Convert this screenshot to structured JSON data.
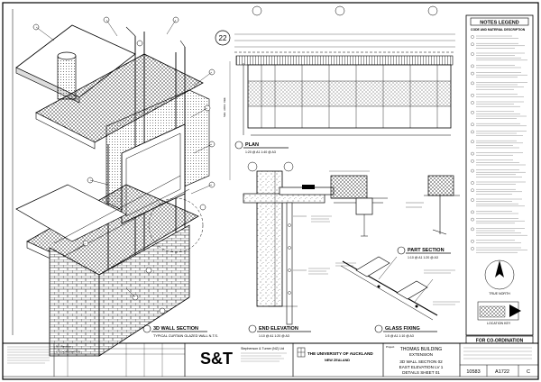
{
  "legend": {
    "title": "NOTES LEGEND",
    "subtitle": "CODE AND MATERIAL DESCRIPTION",
    "north_label": "TRUE NORTH",
    "location_label": "LOCATION KEY"
  },
  "views": {
    "wall_section": {
      "title": "3D WALL SECTION",
      "subtitle": "TYPICAL CURTAIN GLAZED WALL N.T.S."
    },
    "plan": {
      "title": "PLAN",
      "scale": "1:20 @ A1  1:40 @ A3"
    },
    "end_elevation": {
      "title": "END ELEVATION",
      "scale": "1:10 @ A1  1:20 @ A3"
    },
    "part_section": {
      "title": "PART SECTION",
      "scale": "1:10 @ A1  1:20 @ A3"
    },
    "glass_fixing": {
      "title": "GLASS FIXING",
      "scale": "1:5 @ A1  1:10 @ A3"
    },
    "top_bubble": "22"
  },
  "coordination": "FOR CO-ORDINATION",
  "title_block": {
    "logo": "S&T",
    "firm": "Stephenson & Turner (NZ) Ltd",
    "university": "THE UNIVERSITY OF AUCKLAND",
    "university_sub": "NEW ZEALAND",
    "project_label": "Project",
    "project": "THOMAS BUILDING",
    "project_sub": "EXTENSION",
    "drawing_title_1": "3D WALL SECTION 02",
    "drawing_title_2": "EAST ELEVATION   LV 1",
    "drawing_title_3": "DETAILS SHEET 01",
    "job_no": "10583",
    "sheet_no": "A1722",
    "revision": "C",
    "rev_header": "No.  Revision",
    "rev_row": "C  CO-ORDINATION"
  },
  "colors": {
    "line": "#000000",
    "paper": "#ffffff",
    "hatch": "#555555"
  }
}
